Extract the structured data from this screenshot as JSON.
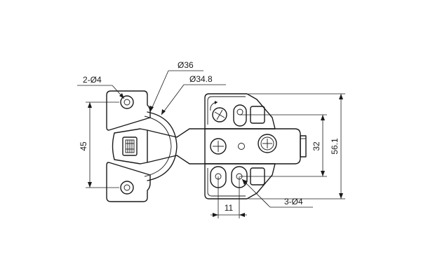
{
  "labels": {
    "holes_left": "2-Ø4",
    "dia_cup_outer": "Ø36",
    "dia_cup_inner": "Ø34.8",
    "height_45": "45",
    "height_32": "32",
    "height_56": "56.1",
    "width_11": "11",
    "holes_plate": "3-Ø4"
  }
}
